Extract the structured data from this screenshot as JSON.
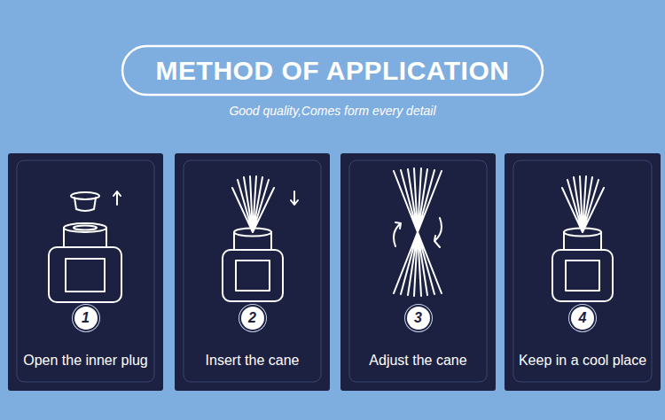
{
  "diagram": {
    "title": "METHOD OF APPLICATION",
    "nodes": [
      {
        "text": [
          "Open the inner plug"
        ]
      },
      {
        "text": [
          "1"
        ],
        "in": 0
      },
      {
        "text": [
          "Insert the cane"
        ]
      },
      {
        "text": [
          "2"
        ],
        "in": 2
      },
      {
        "text": [
          "Adjust the cane"
        ]
      },
      {
        "text": [
          "3"
        ],
        "in": 4
      },
      {
        "text": [
          "Keep in a cool place"
        ]
      },
      {
        "text": [
          "4"
        ],
        "in": 6
      }
    ],
    "labels": [
      "Good quality,Comes form every detail"
    ]
  }
}
